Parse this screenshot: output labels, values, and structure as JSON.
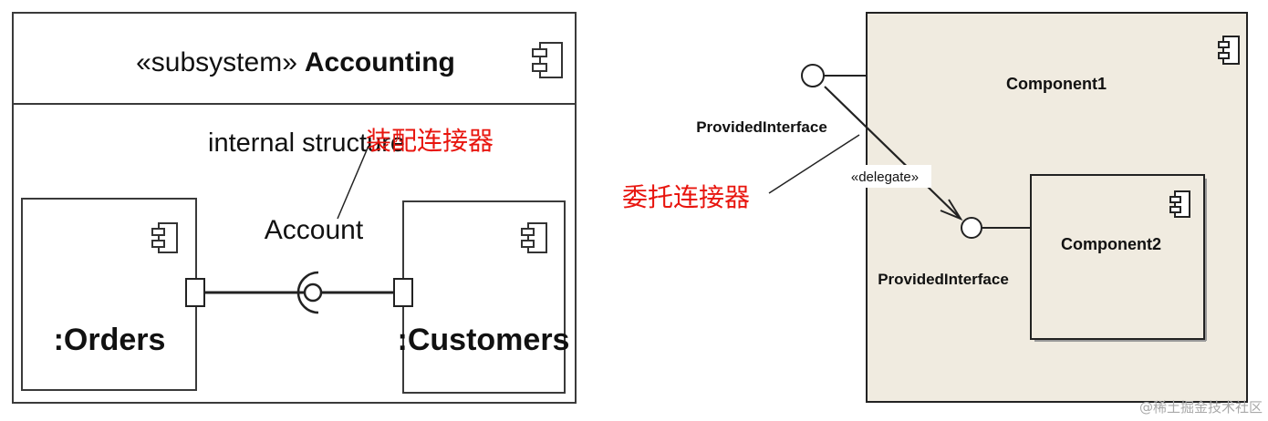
{
  "left_diagram": {
    "stereotype": "«subsystem»",
    "name": "Accounting",
    "compartment_label": "internal structure",
    "assembly_annotation": "装配连接器",
    "interface_label": "Account",
    "part_left": ":Orders",
    "part_right": ":Customers"
  },
  "right_diagram": {
    "outer_component": "Component1",
    "inner_component": "Component2",
    "outer_interface": "ProvidedInterface",
    "inner_interface": "ProvidedInterface",
    "connector_stereotype": "«delegate»",
    "delegation_annotation": "委托连接器"
  },
  "watermark": "@稀土掘金技术社区",
  "colors": {
    "annotation": "#e8150e",
    "component_fill": "#f0ebe0",
    "line": "#222222"
  }
}
